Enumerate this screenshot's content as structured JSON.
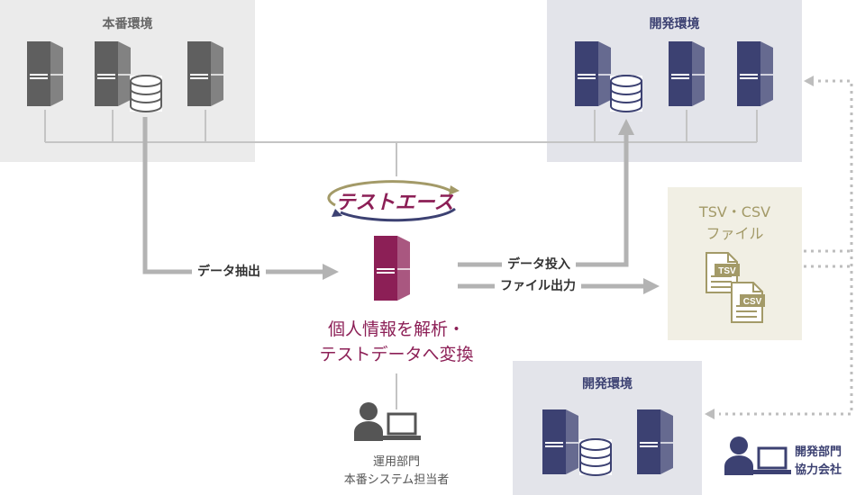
{
  "environments": {
    "production": {
      "title": "本番環境"
    },
    "development_top": {
      "title": "開発環境"
    },
    "development_bottom": {
      "title": "開発環境"
    }
  },
  "tool": {
    "logo_text": "テストエース"
  },
  "flows": {
    "extract": "データ抽出",
    "load": "データ投入",
    "file_output": "ファイル出力"
  },
  "file_box": {
    "title_line1": "TSV・CSV",
    "title_line2": "ファイル",
    "file1": "TSV",
    "file2": "CSV"
  },
  "process": {
    "line1": "個人情報を解析・",
    "line2": "テストデータへ変換"
  },
  "operator": {
    "line1": "運用部門",
    "line2": "本番システム担当者"
  },
  "partner": {
    "line1": "開発部門",
    "line2": "協力会社"
  },
  "colors": {
    "prod_server": "#5f5f5f",
    "dev_server": "#3c4172",
    "tool_server": "#8c1f56",
    "arrow": "#b3b3b3",
    "file": "#a39a68"
  }
}
